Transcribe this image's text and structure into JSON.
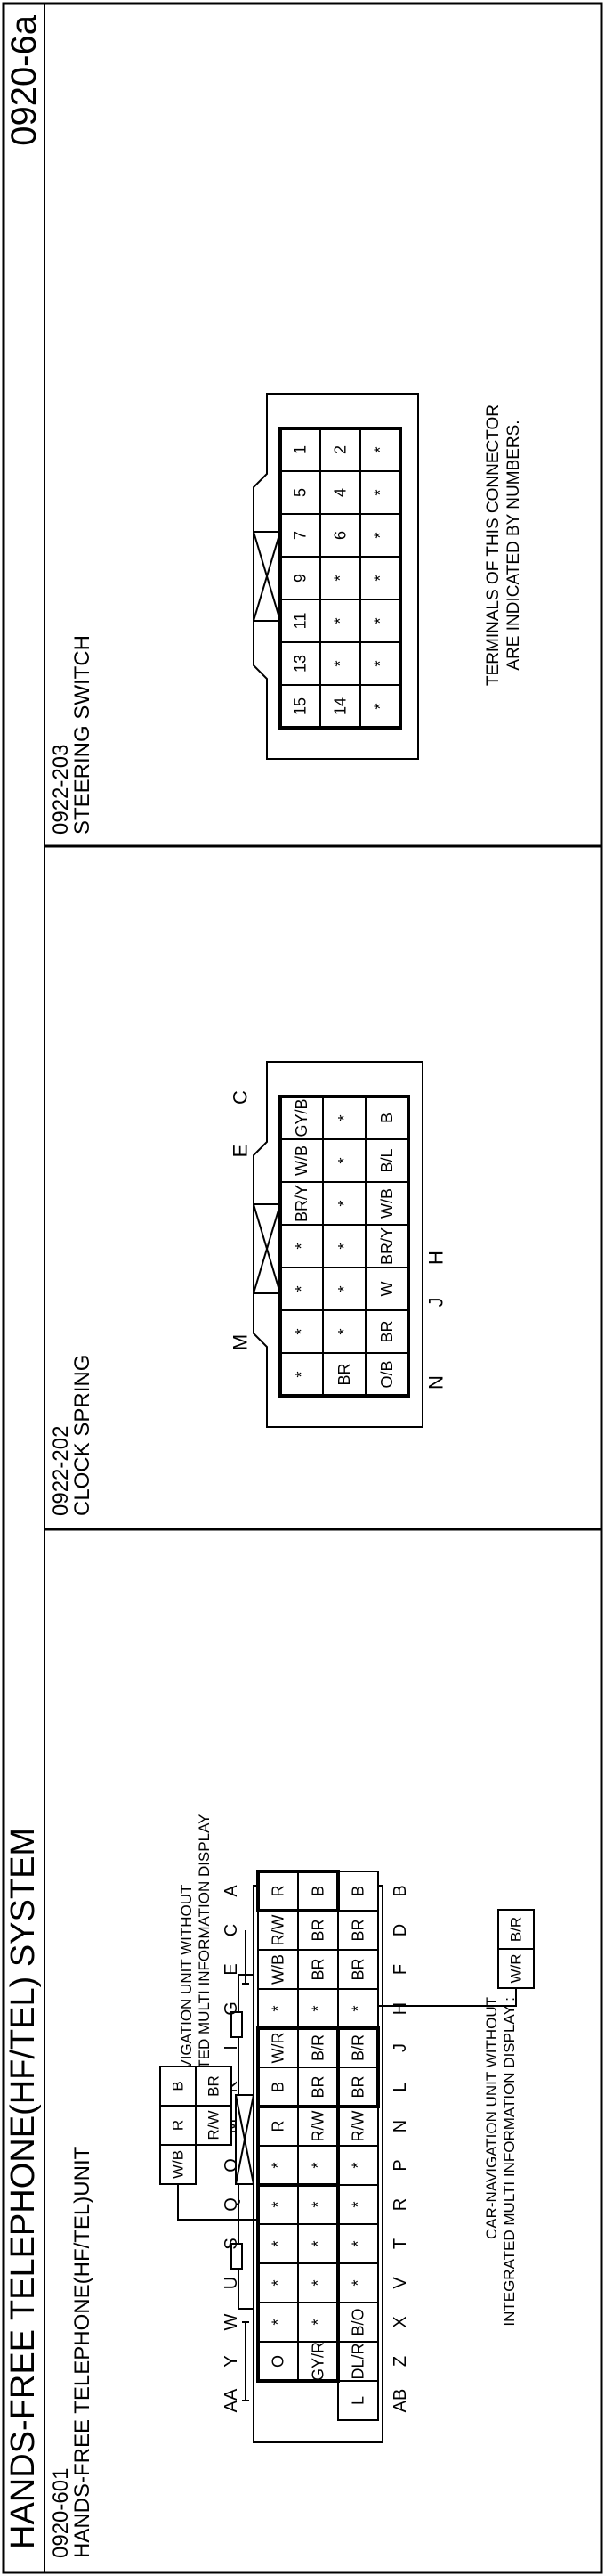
{
  "page_title": "HANDS-FREE TELEPHONE(HF/TEL) SYSTEM",
  "page_number": "0920-6a",
  "panel1": {
    "code": "0920-601",
    "name": "HANDS-FREE TELEPHONE(HF/TEL)UNIT",
    "note_top_1": ": CAR-NAVIGATION UNIT WITHOUT",
    "note_top_2": "INTEGRATED MULTI INFORMATION DISPLAY",
    "note_bottom_1": "CAR-NAVIGATION UNIT WITHOUT",
    "note_bottom_2": "INTEGRATED MULTI INFORMATION DISPLAY :",
    "small_box_top": [
      "W/B",
      "R",
      "B"
    ],
    "small_box_bottom": [
      "R/W",
      "BR"
    ],
    "small_box2": [
      "W/R",
      "B/R"
    ],
    "top_labels": [
      "AA",
      "Y",
      "W",
      "U",
      "S",
      "Q",
      "O",
      "M",
      "K",
      "I",
      "G",
      "E",
      "C",
      "A"
    ],
    "bottom_labels": [
      "AB",
      "Z",
      "X",
      "V",
      "T",
      "R",
      "P",
      "N",
      "L",
      "J",
      "H",
      "F",
      "D",
      "B"
    ],
    "row1": [
      "O",
      "*",
      "*",
      "*",
      "*",
      "*",
      "R",
      "B",
      "W/R",
      "*",
      "W/B",
      "R/W",
      "R"
    ],
    "row2": [
      "GY/R",
      "*",
      "*",
      "*",
      "*",
      "*",
      "R/W",
      "BR",
      "B/R",
      "*",
      "BR",
      "BR",
      "B"
    ],
    "row3": [
      "L",
      "DL/R",
      "B/O",
      "*",
      "*",
      "*",
      "*",
      "R/W",
      "BR",
      "B/R",
      "*",
      "BR",
      "BR",
      "B"
    ]
  },
  "panel2": {
    "code": "0922-202",
    "name": "CLOCK SPRING",
    "labels": [
      "M",
      "E",
      "C",
      "N",
      "J",
      "H"
    ],
    "row1": [
      "*",
      "*",
      "*",
      "*",
      "BR/Y",
      "W/B",
      "GY/B"
    ],
    "row2": [
      "BR",
      "*",
      "*",
      "*",
      "*",
      "*",
      "*"
    ],
    "row3": [
      "O/B",
      "BR",
      "W",
      "BR/Y",
      "W/B",
      "B/L",
      "B"
    ]
  },
  "panel3": {
    "code": "0922-203",
    "name": "STEERING SWITCH",
    "row1": [
      "15",
      "13",
      "11",
      "9",
      "7",
      "5",
      "1"
    ],
    "row2": [
      "14",
      "*",
      "*",
      "*",
      "6",
      "4",
      "2"
    ],
    "row3": [
      "*",
      "*",
      "*",
      "*",
      "*",
      "*",
      "*"
    ],
    "note_1": "TERMINALS OF THIS CONNECTOR",
    "note_2": "ARE INDICATED BY NUMBERS."
  }
}
